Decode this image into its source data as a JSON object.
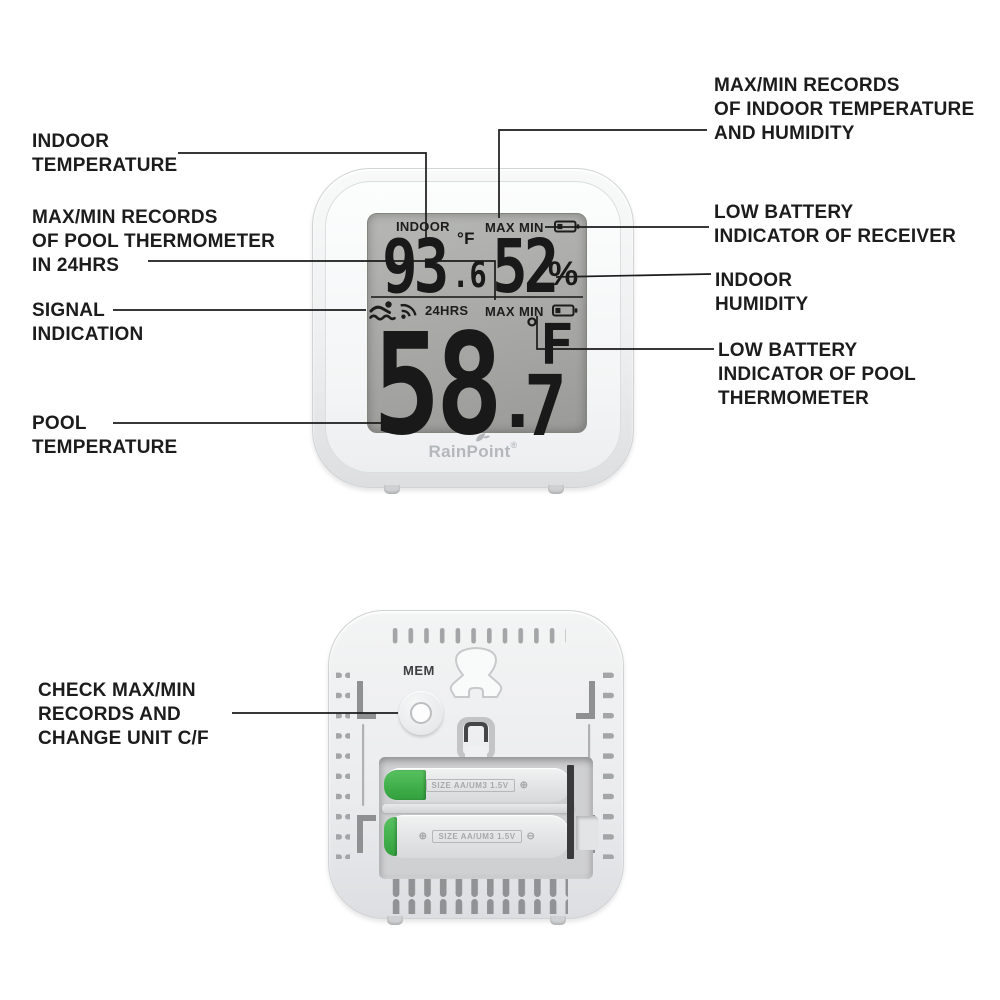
{
  "diagram": {
    "annotations": {
      "indoor_temperature": "INDOOR\nTEMPERATURE",
      "maxmin_pool_records": "MAX/MIN RECORDS\nOF POOL THERMOMETER\nIN 24HRS",
      "signal_indication": "SIGNAL\nINDICATION",
      "pool_temperature": "POOL\nTEMPERATURE",
      "check_maxmin": "CHECK MAX/MIN\nRECORDS AND\nCHANGE UNIT C/F",
      "maxmin_indoor_records": "MAX/MIN RECORDS\nOF INDOOR TEMPERATURE\nAND HUMIDITY",
      "low_battery_receiver": "LOW BATTERY\nINDICATOR OF RECEIVER",
      "indoor_humidity": "INDOOR\nHUMIDITY",
      "low_battery_pool": "LOW BATTERY\nINDICATOR OF POOL\nTHERMOMETER"
    }
  },
  "lcd": {
    "indoor": {
      "label": "INDOOR",
      "max": "MAX",
      "min": "MIN",
      "temperature": "93",
      "temperature_decimal": ".6",
      "temperature_unit": "°F",
      "humidity": "52",
      "humidity_unit": "%"
    },
    "pool": {
      "duration": "24HRS",
      "max": "MAX",
      "min": "MIN",
      "temperature": "58",
      "decimal_point": ".",
      "temperature_decimal": "7",
      "unit_degree": "°",
      "unit_letter": "F"
    }
  },
  "brand": {
    "name": "RainPoint",
    "registered": "®"
  },
  "back_panel": {
    "mem_button_label": "MEM",
    "battery_top_text": "SIZE AA/UM3 1.5V",
    "battery_bottom_text": "SIZE AA/UM3 1.5V",
    "polarity_positive": "⊕",
    "polarity_negative": "⊖"
  },
  "icons": {
    "swimmer": "swimmer-icon",
    "signal": "signal-waves-icon",
    "battery_indoor": "low-battery-icon",
    "battery_pool": "low-battery-icon",
    "leaf": "leaf-icon"
  },
  "colors": {
    "background": "#ffffff",
    "annotation_text": "#1c1c1c",
    "leader_line": "#1b1b1b",
    "lcd_background": "#a9aaa7",
    "lcd_segments": "#191919",
    "device_body": "#f1f2f3",
    "battery_green": "#47b350",
    "brand_gray": "#b4b8bb"
  }
}
